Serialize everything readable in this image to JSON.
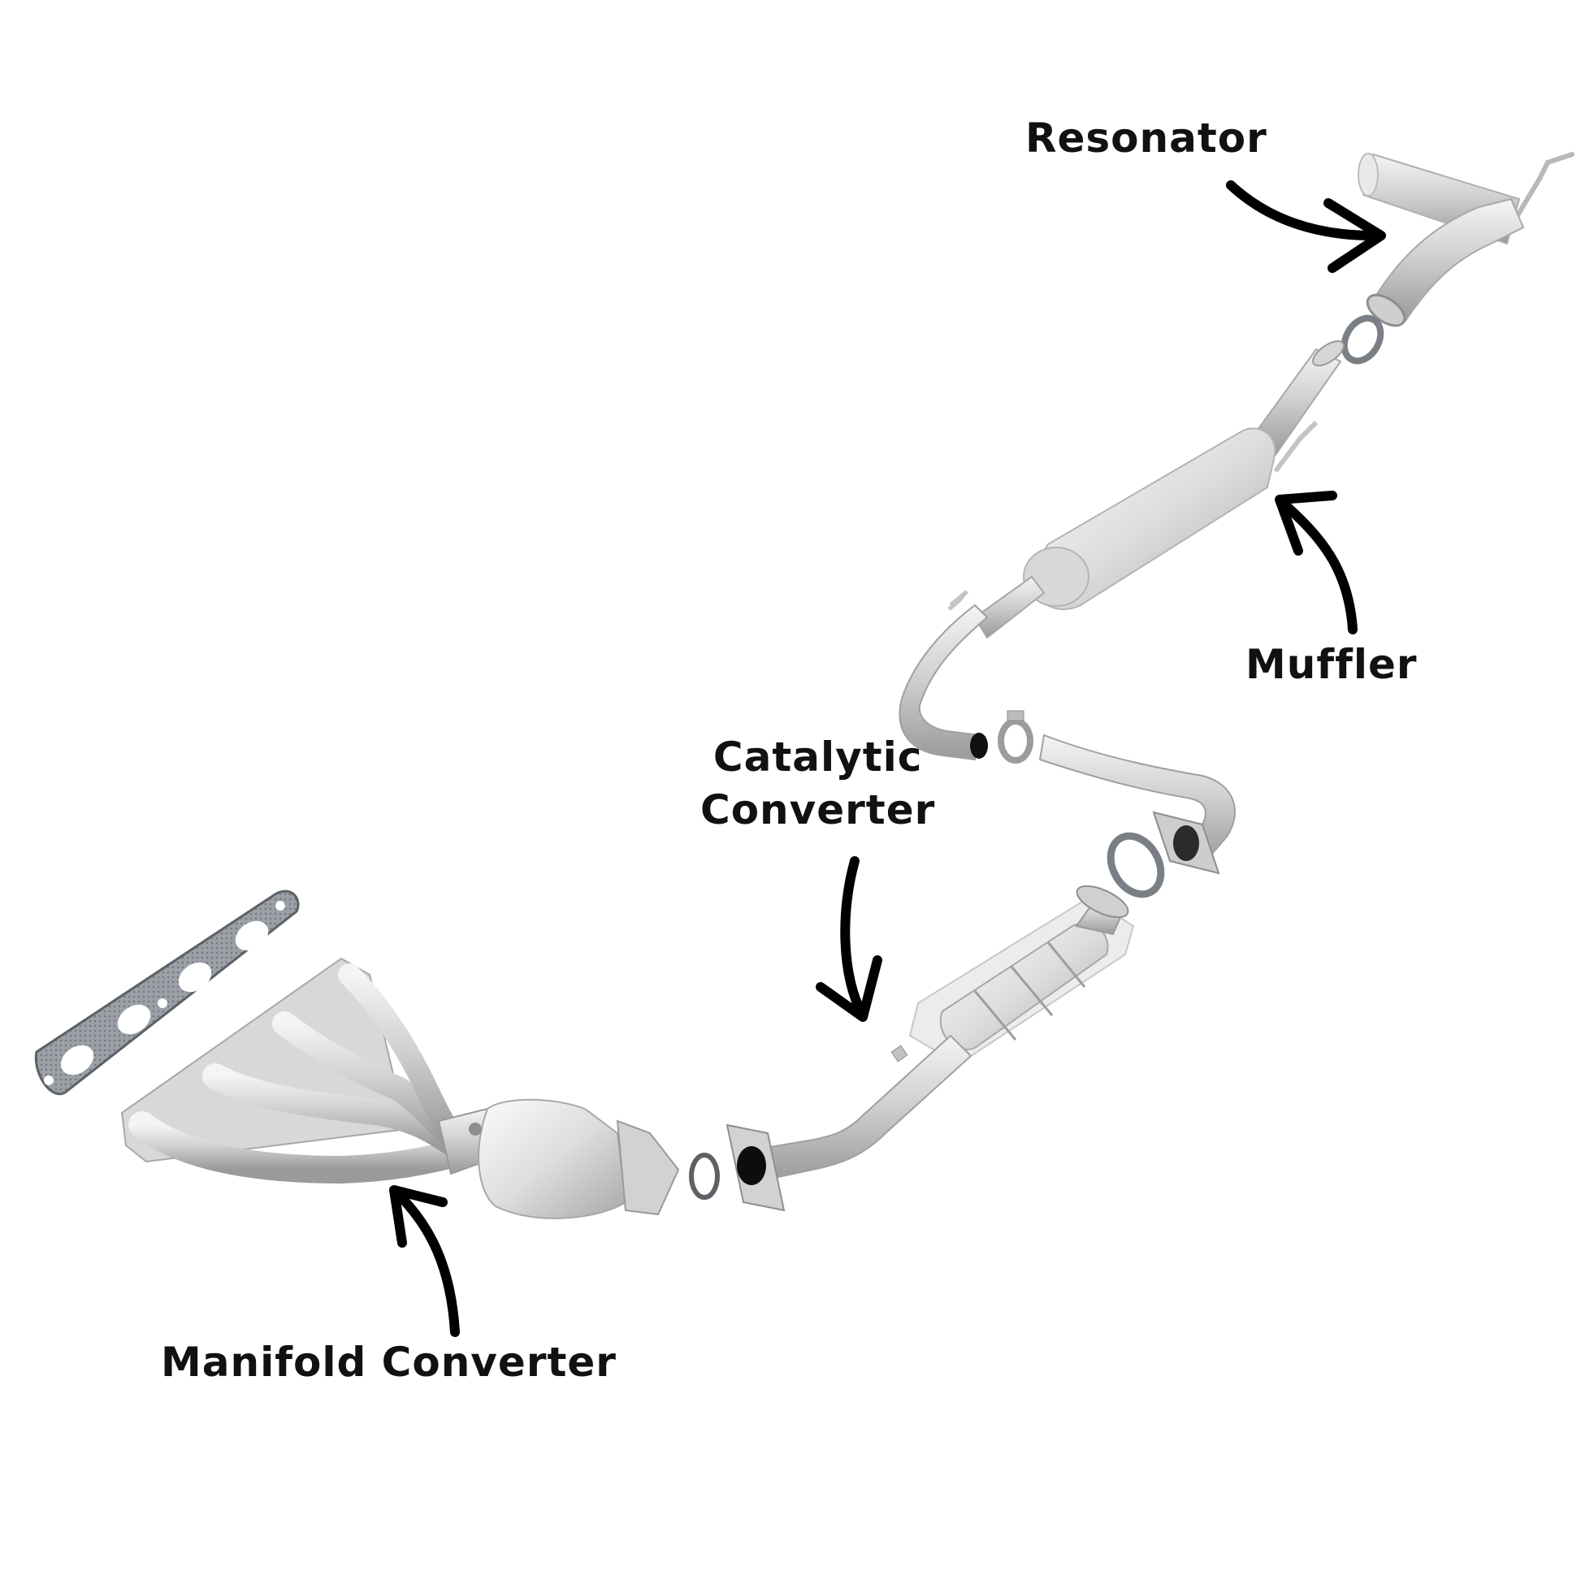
{
  "diagram": {
    "title": "Exhaust System Components",
    "colors": {
      "background": "#ffffff",
      "label_text": "#111111",
      "arrow": "#000000",
      "metal_light": "#e8e8e8",
      "metal_mid": "#bdbdbd",
      "metal_dark": "#8e8e8e",
      "gasket": "#7a7f85",
      "opening": "#111111"
    },
    "labels": {
      "resonator": "Resonator",
      "muffler": "Muffler",
      "catalytic_line1": "Catalytic",
      "catalytic_line2": "Converter",
      "manifold": "Manifold Converter"
    },
    "components": [
      {
        "id": "resonator",
        "name": "Resonator",
        "pointer": "resonator-arrow"
      },
      {
        "id": "muffler",
        "name": "Muffler",
        "pointer": "muffler-arrow"
      },
      {
        "id": "catalytic-converter",
        "name": "Catalytic Converter",
        "pointer": "catalytic-arrow"
      },
      {
        "id": "manifold-converter",
        "name": "Manifold Converter",
        "pointer": "manifold-arrow"
      }
    ],
    "parts_shown": [
      "exhaust-tip",
      "resonator-pipe",
      "flange-gasket",
      "muffler",
      "intermediate-pipe",
      "band-clamp",
      "front-pipe",
      "flange-gasket",
      "catalytic-converter",
      "y-pipe",
      "ring-gasket",
      "manifold-converter",
      "manifold-gasket"
    ]
  }
}
